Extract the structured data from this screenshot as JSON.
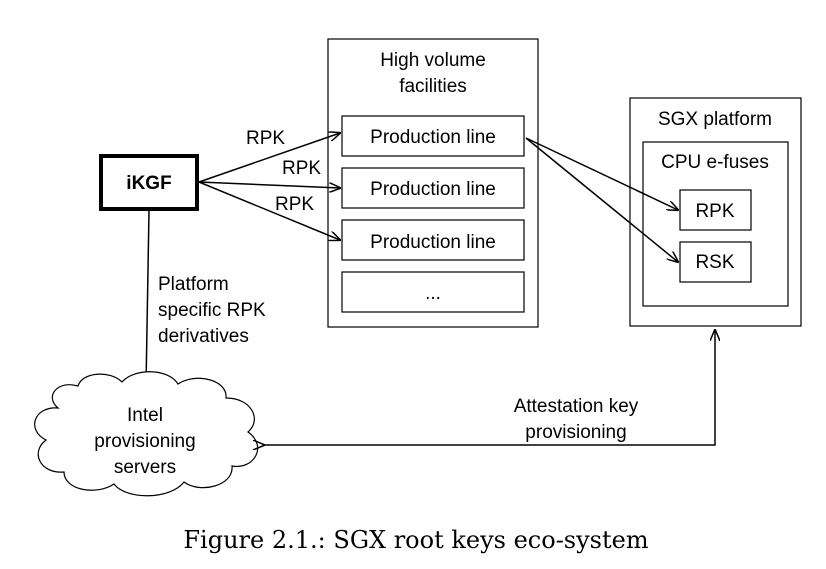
{
  "nodes": {
    "ikgf": "iKGF",
    "high_volume": [
      "High volume",
      "facilities"
    ],
    "production_lines": [
      "Production line",
      "Production line",
      "Production line"
    ],
    "more": "...",
    "sgx_platform": "SGX platform",
    "cpu_efuses": "CPU e-fuses",
    "rpk_fuse": "RPK",
    "rsk_fuse": "RSK",
    "intel_servers": [
      "Intel",
      "provisioning",
      "servers"
    ]
  },
  "edges": {
    "rpk_labels": [
      "RPK",
      "RPK",
      "RPK"
    ],
    "platform_derivatives": [
      "Platform",
      "specific RPK",
      "derivatives"
    ],
    "attestation": [
      "Attestation key",
      "provisioning"
    ]
  },
  "caption": "Figure 2.1.: SGX root keys eco-system"
}
